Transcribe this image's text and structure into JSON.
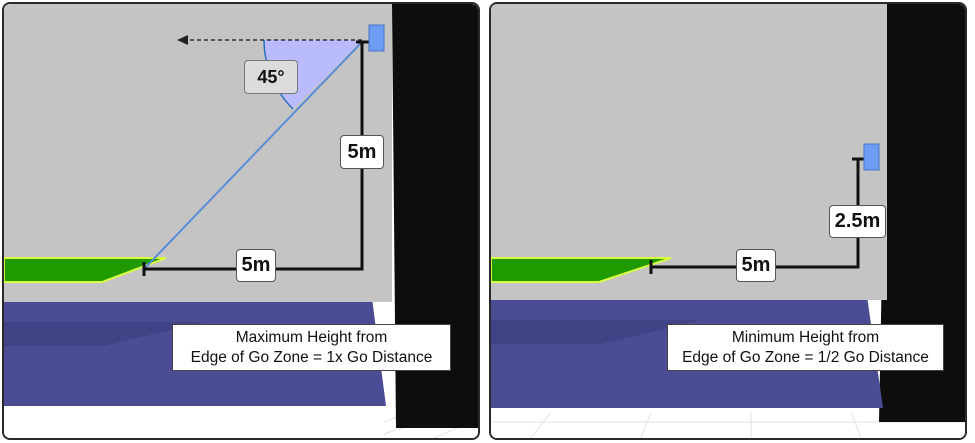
{
  "panels": [
    {
      "angle": "45°",
      "vertical_distance": "5m",
      "horizontal_distance": "5m",
      "caption_line1": "Maximum Height from",
      "caption_line2": "Edge of Go Zone = 1x Go Distance"
    },
    {
      "vertical_distance": "2.5m",
      "horizontal_distance": "5m",
      "caption_line1": "Minimum Height from",
      "caption_line2": "Edge of Go Zone = 1/2 Go Distance"
    }
  ],
  "colors": {
    "wall": "#c4c4c4",
    "floor": "#4b4d94",
    "go_zone": "#1f9a00",
    "go_zone_edge": "#d8ff40",
    "drone": "#6c9cf4",
    "angle_fill": "#babaff",
    "sight_line": "#5a8cd8",
    "dark_structure": "#0d0d0d"
  }
}
